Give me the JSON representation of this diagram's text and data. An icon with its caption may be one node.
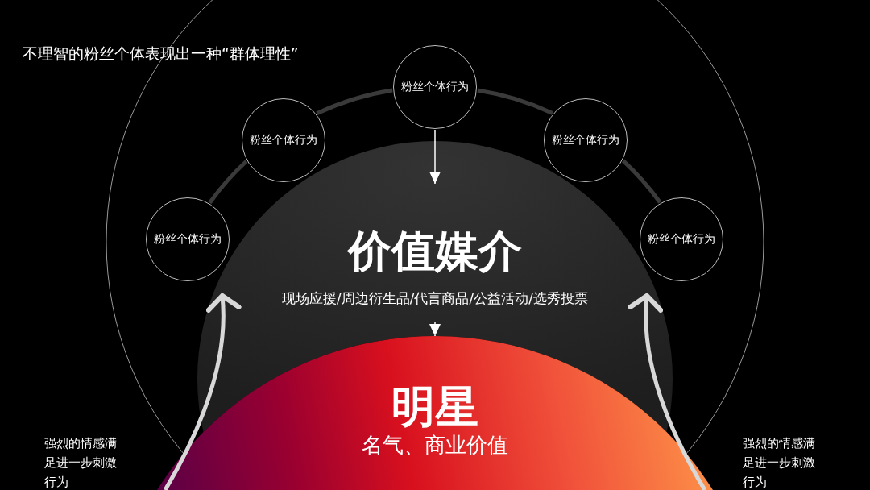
{
  "diagram": {
    "title": "不理智的粉丝个体表现出一种“群体理性”",
    "nodes": [
      {
        "text": [
          "粉丝个体行为"
        ]
      },
      {
        "text": [
          "粉丝个体行为"
        ]
      },
      {
        "text": [
          "粉丝个体行为"
        ]
      },
      {
        "text": [
          "粉丝个体行为"
        ]
      },
      {
        "text": [
          "粉丝个体行为"
        ]
      },
      {
        "text": [
          "价值媒介",
          "现场应援/周边衍生品/代言商品/公益活动/选秀投票"
        ]
      },
      {
        "text": [
          "明星",
          "名气、商业价值"
        ]
      }
    ],
    "edges": [
      {
        "from": 1,
        "to": 0,
        "arrow": "none"
      },
      {
        "from": 0,
        "to": 2,
        "arrow": "none"
      },
      {
        "from": 3,
        "to": 1,
        "arrow": "none"
      },
      {
        "from": 2,
        "to": 4,
        "arrow": "none"
      },
      {
        "from": 0,
        "to": 5,
        "arrow": "to",
        "color": "#ffffff"
      },
      {
        "from": 5,
        "to": 6,
        "arrow": "to",
        "style": "dashed",
        "color": "#ffffff"
      },
      {
        "from": 6,
        "to": 3,
        "arrow": "to",
        "color": "#d8d8d8"
      },
      {
        "from": 6,
        "to": 4,
        "arrow": "to",
        "color": "#d8d8d8"
      }
    ],
    "labels": [
      "强烈的情感满足进一步刺激行为",
      "强烈的情感满足进一步刺激行为"
    ]
  }
}
